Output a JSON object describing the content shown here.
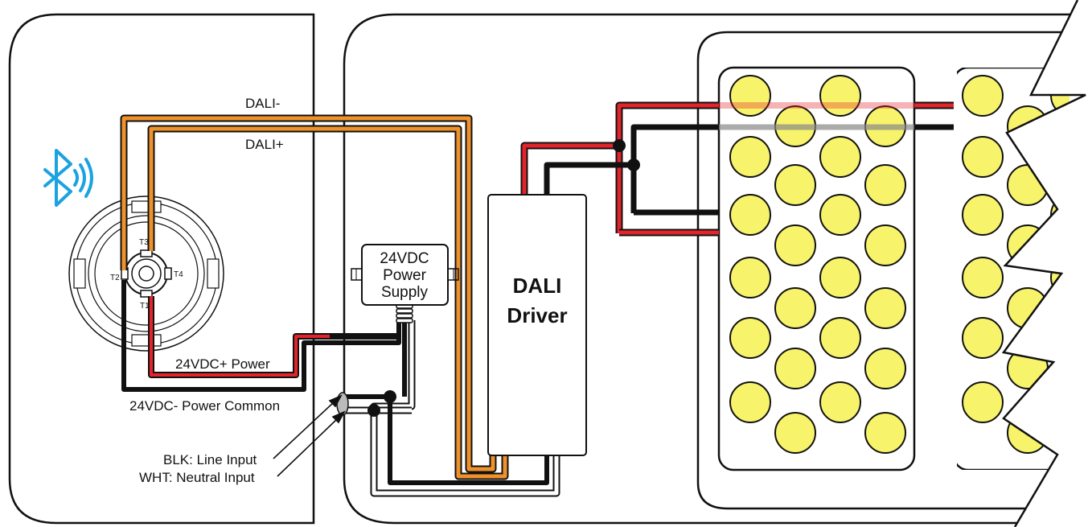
{
  "diagram": {
    "labels": {
      "dali_minus": "DALI-",
      "dali_plus": "DALI+",
      "power_plus": "24VDC+ Power",
      "power_common": "24VDC- Power Common",
      "line_input": "BLK: Line Input",
      "neutral_input": "WHT: Neutral Input"
    },
    "terminals": {
      "t1": "T1",
      "t2": "T2",
      "t3": "T3",
      "t4": "T4"
    },
    "power_supply": {
      "line1": "24VDC",
      "line2": "Power",
      "line3": "Supply"
    },
    "driver": {
      "line1": "DALI",
      "line2": "Driver"
    },
    "icons": {
      "bluetooth": "bluetooth-icon"
    },
    "colors": {
      "dali_wire": "#f0922b",
      "positive_wire": "#e3242b",
      "negative_wire": "#111111",
      "neutral_wire": "#ffffff",
      "led": "#f7f36b",
      "bluetooth": "#1aa3e0"
    }
  }
}
